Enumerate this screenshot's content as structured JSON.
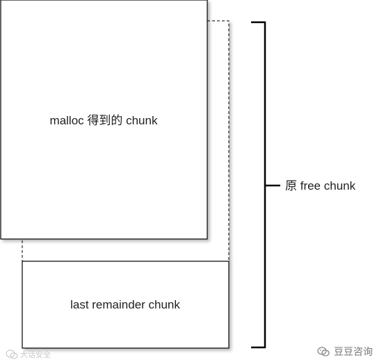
{
  "diagram": {
    "malloc_chunk_label": "malloc 得到的 chunk",
    "remainder_chunk_label": "last remainder chunk",
    "free_chunk_label": "原 free chunk"
  },
  "watermarks": {
    "left_text": "大话安全",
    "right_text": "豆豆咨询",
    "left_icon": "wechat-icon",
    "right_icon": "wechat-icon"
  },
  "colors": {
    "stroke": "#000000",
    "background": "#ffffff"
  }
}
